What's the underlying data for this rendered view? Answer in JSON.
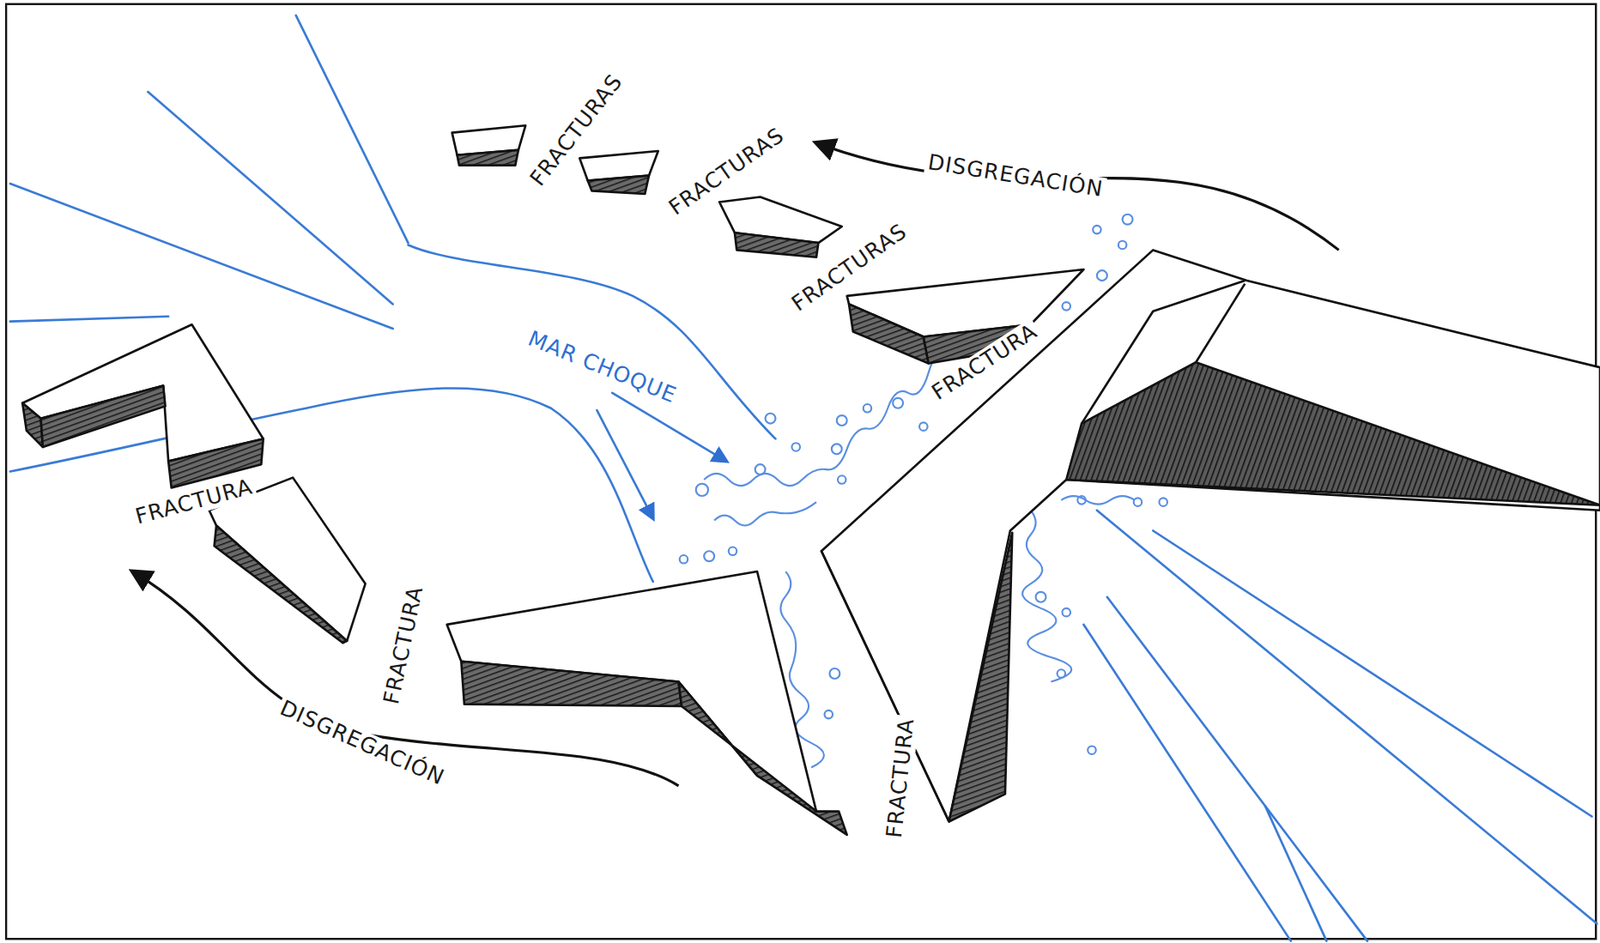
{
  "diagram": {
    "labels": [
      "FRACTURAS",
      "FRACTURAS",
      "FRACTURAS",
      "FRACTURA",
      "FRACTURA",
      "FRACTURA",
      "FRACTURA",
      "MAR CHOQUE",
      "DISGREGACIÓN",
      "DISGREGACIÓN"
    ]
  }
}
